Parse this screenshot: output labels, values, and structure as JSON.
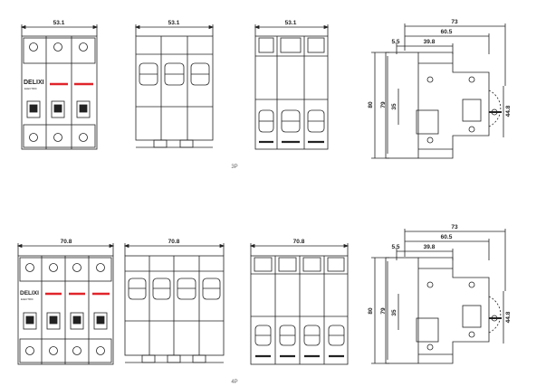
{
  "brand": {
    "logo_text": "DELIXI",
    "logo_sub": "ELECTRIC",
    "accent_color": "#e0242a",
    "line_color": "#222222"
  },
  "rows": [
    {
      "caption": "3P",
      "front_width": "53.1",
      "rear_width": "53.1",
      "top_width": "53.1",
      "side": {
        "overall_width": "73",
        "width_60": "60.5",
        "width_39": "39.8",
        "offset": "5.5",
        "height_80": "80",
        "height_79": "79",
        "height_35": "35",
        "height_44": "44.8"
      }
    },
    {
      "caption": "4P",
      "front_width": "70.8",
      "rear_width": "70.8",
      "top_width": "70.8",
      "side": {
        "overall_width": "73",
        "width_60": "60.5",
        "width_39": "39.8",
        "offset": "5.5",
        "height_80": "80",
        "height_79": "79",
        "height_35": "35",
        "height_44": "44.8"
      }
    }
  ]
}
